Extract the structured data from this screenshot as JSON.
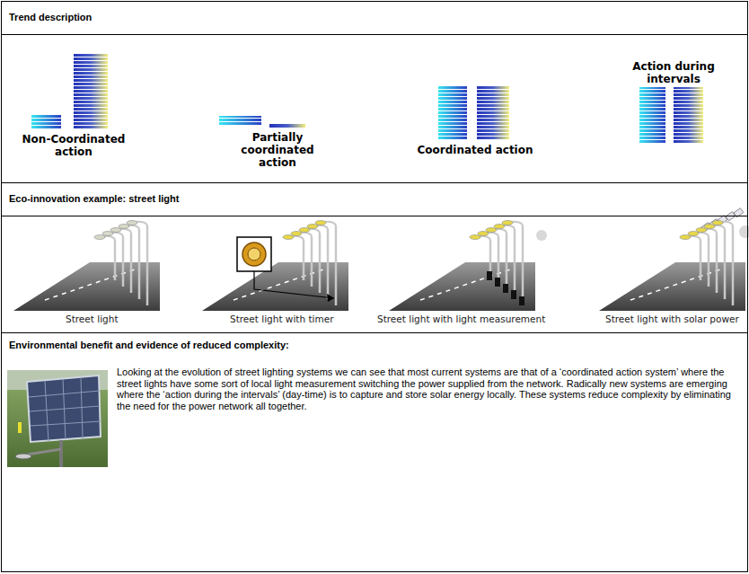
{
  "diagram": {
    "nodes": [
      {
        "text": [
          "Trend description"
        ]
      },
      {
        "text": [
          "Non-Coordinated action",
          "Partially coordinated action",
          "Coordinated action",
          "Action during intervals"
        ]
      },
      {
        "text": [
          "Eco-innovation example: street light"
        ]
      },
      {
        "text": [
          "Street light",
          "Street light with timer",
          "Street light with light measurement",
          "Street light with solar power"
        ]
      },
      {
        "text": [
          "Environmental benefit and evidence of reduced complexity:",
          "Looking at the evolution of street lighting systems we can see that most current systems are that of a ‘coordinated action system’ where the street lights have some sort of local light measurement switching the power supplied from the network. Radically new systems are emerging where the ‘action during the intervals’ (day-time) is to capture and store solar energy locally. These systems reduce complexity by eliminating the need for the power network all together."
        ]
      }
    ]
  }
}
